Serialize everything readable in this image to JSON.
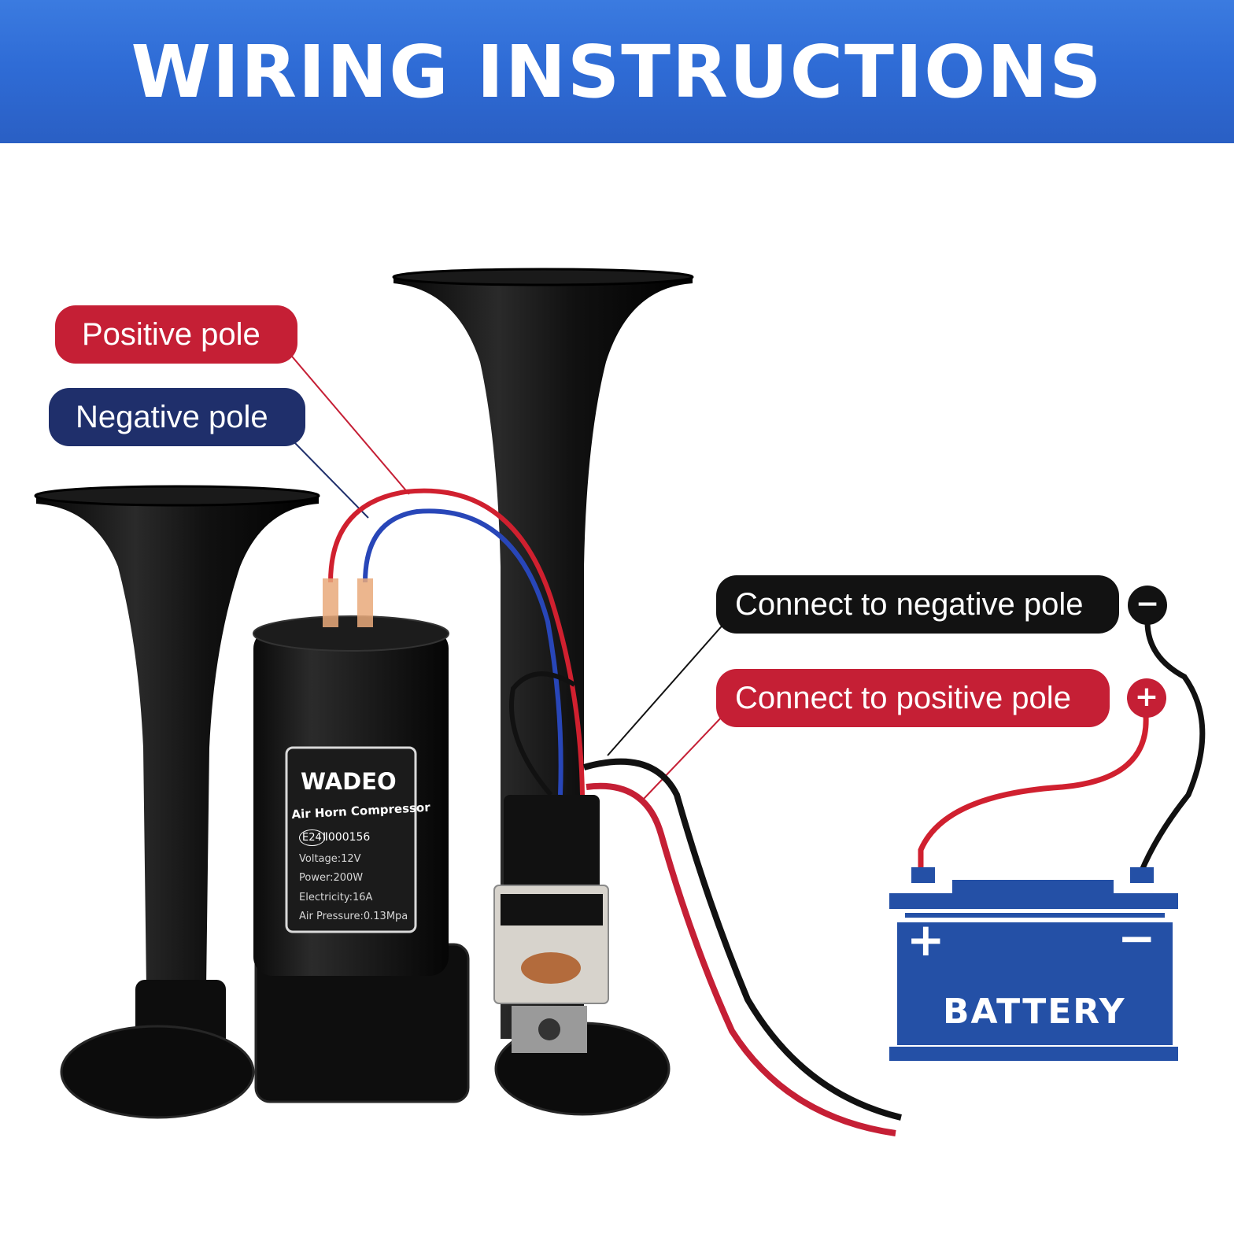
{
  "banner": {
    "title": "WIRING INSTRUCTIONS"
  },
  "labels": {
    "positive_pole": "Positive pole",
    "negative_pole": "Negative pole",
    "connect_negative": "Connect to negative pole",
    "connect_positive": "Connect to positive pole",
    "minus_symbol": "−",
    "plus_symbol": "+"
  },
  "compressor": {
    "brand": "WADEO",
    "product": "Air Horn Compressor",
    "cert_mark": "E24",
    "cert_number": "Ⅱ000156",
    "voltage": "Voltage:12V",
    "power": "Power:200W",
    "electricity": "Electricity:16A",
    "air_pressure": "Air Pressure:0.13Mpa"
  },
  "battery": {
    "label": "BATTERY",
    "plus": "+",
    "minus": "−"
  },
  "colors": {
    "banner_blue": "#2f6cd6",
    "red": "#c51f35",
    "navy": "#1f2f6b",
    "black": "#121212",
    "battery_blue": "#2450a6"
  }
}
